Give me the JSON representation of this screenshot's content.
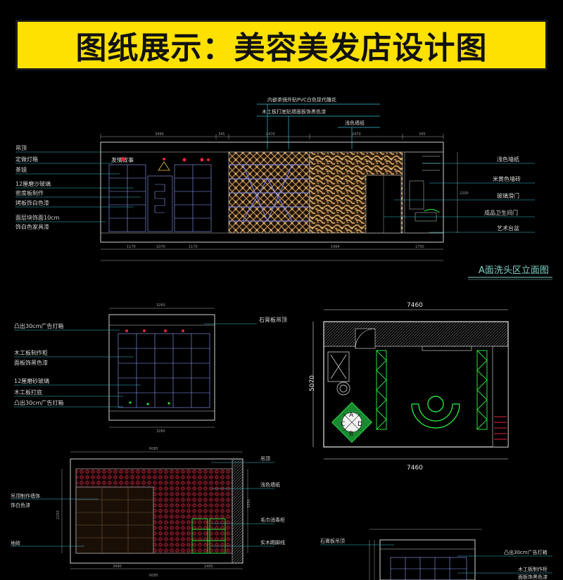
{
  "banner": {
    "title": "图纸展示：美容美发店设计图"
  },
  "elevation_a": {
    "title": "A面洗头区立面图",
    "top_labels": [
      "内嵌茶镜外贴PVC白色现代雕花",
      "木工板打底贴墙面板饰黑色漆",
      "浅色墙纸"
    ],
    "left_labels": [
      "吊顶",
      "定做灯箱",
      "茶镜",
      "12厘磨沙玻璃",
      "密度板制作",
      "烤板饰白色漆",
      "面层块饰面10cm",
      "饰白色家具漆"
    ],
    "right_labels": [
      "浅色墙纸",
      "米黄色墙砖",
      "玻璃滑门",
      "成品卫生间门",
      "艺术台盆"
    ],
    "sign_text": "发情故事",
    "dims_top": [
      "3490",
      "345",
      "2470",
      "2470",
      "345"
    ],
    "dims_bottom": [
      "1170",
      "1070",
      "1170",
      "1964",
      "1750"
    ],
    "height_dim": "2200"
  },
  "elevation_b": {
    "left_labels": [
      "凸出30cm广告灯箱",
      "木工板制作柜",
      "面板饰黑色漆",
      "12厘磨砂玻璃",
      "木工板打底",
      "凸出30cm广告灯箱"
    ],
    "right_labels": [
      "石膏板吊顶"
    ],
    "top_dim": "3260",
    "bottom_dim": "3260"
  },
  "floor_plan": {
    "width_top": "7460",
    "width_bottom": "7460",
    "height": "5070",
    "marker_letters": [
      "A",
      "B",
      "C",
      "D"
    ]
  },
  "elevation_c": {
    "left_labels": [
      "吊顶制作墙饰",
      "饰白色漆",
      "地砖"
    ],
    "right_labels": [
      "吊顶",
      "浅色墙纸",
      "毛巾消毒柜",
      "实木踢脚线"
    ],
    "top_dim": "6085",
    "bottom_dim": "6085",
    "height_dims": [
      "2250",
      "3350"
    ],
    "dims_bottom": [
      "3490",
      "1400"
    ]
  },
  "elevation_d": {
    "left_labels": [
      "石膏板吊顶"
    ],
    "right_labels": [
      "凸出30cm广告灯箱",
      "木工板制作柜",
      "面板饰黑色漆"
    ]
  },
  "colors": {
    "leader": "#2ec4d6",
    "ink": "#d7d7d7",
    "banner": "#ffe100",
    "green": "#27e03a",
    "red": "#e0263c",
    "stone": "#b98a4e"
  }
}
